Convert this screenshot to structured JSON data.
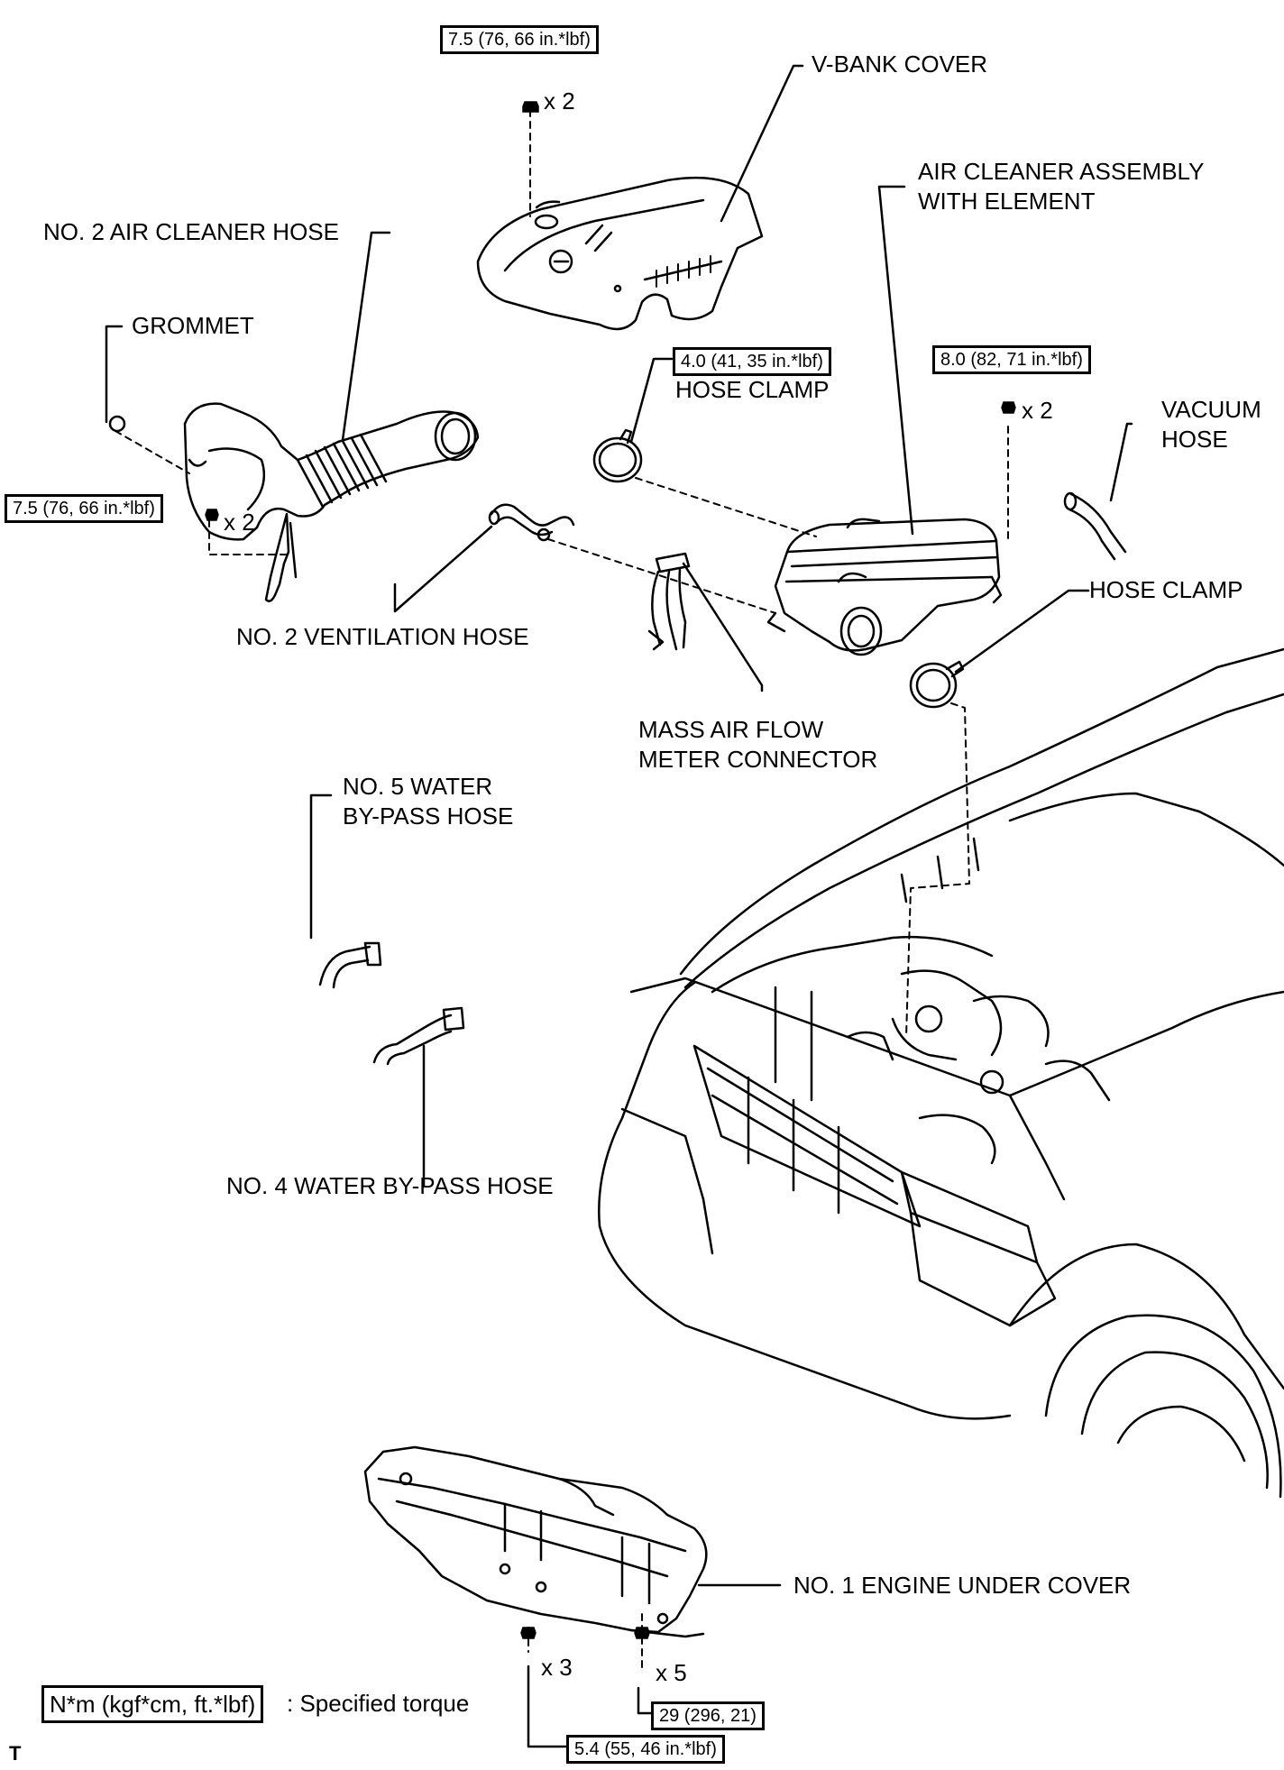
{
  "labels": {
    "v_bank_cover": "V-BANK COVER",
    "air_cleaner_line1": "AIR CLEANER ASSEMBLY",
    "air_cleaner_line2": "WITH ELEMENT",
    "no2_air_cleaner_hose": "NO. 2 AIR CLEANER HOSE",
    "grommet": "GROMMET",
    "hose_clamp_upper": "HOSE CLAMP",
    "vacuum_hose_line1": "VACUUM",
    "vacuum_hose_line2": "HOSE",
    "hose_clamp_right": "HOSE CLAMP",
    "no2_ventilation_hose": "NO. 2 VENTILATION HOSE",
    "mass_air_flow_line1": "MASS AIR FLOW",
    "mass_air_flow_line2": "METER CONNECTOR",
    "no5_water_line1": "NO. 5 WATER",
    "no5_water_line2": "BY-PASS HOSE",
    "no4_water": "NO. 4 WATER BY-PASS HOSE",
    "no1_engine_under_cover": "NO. 1 ENGINE UNDER COVER"
  },
  "torques": {
    "v_bank": "7.5 (76, 66 in.*lbf)",
    "hose_clamp": "4.0 (41, 35 in.*lbf)",
    "air_cleaner": "8.0 (82, 71 in.*lbf)",
    "no2_hose": "7.5 (76, 66 in.*lbf)",
    "under_cover_a": "29 (296, 21)",
    "under_cover_b": "5.4 (55, 46 in.*lbf)"
  },
  "quantities": {
    "v_bank": "x 2",
    "air_cleaner": "x 2",
    "no2_hose": "x 2",
    "under_cover_a": "x 3",
    "under_cover_b": "x 5"
  },
  "legend": {
    "unit": "N*m (kgf*cm, ft.*lbf)",
    "description": ": Specified torque"
  },
  "corner_mark": "T"
}
